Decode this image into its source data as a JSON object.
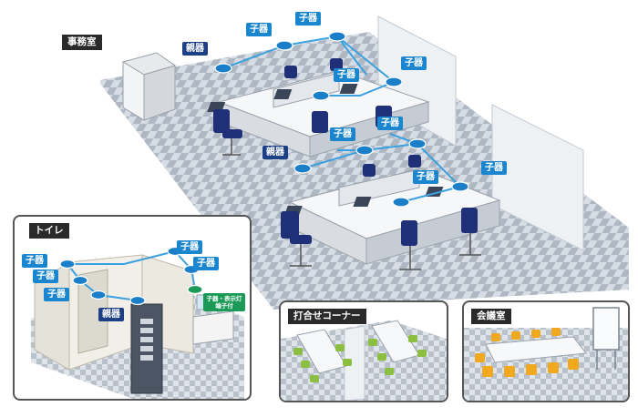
{
  "areas": {
    "office": "事務室",
    "toilet": "トイレ",
    "meeting_corner": "打合せコーナー",
    "conference": "会議室"
  },
  "labels": {
    "parent": "親器",
    "child": "子器",
    "child_with_display": "子器・表示灯端子付"
  },
  "colors": {
    "child_tag": "#1a86cf",
    "parent_tag": "#1d3f86",
    "display_tag": "#1a9a56",
    "network_line": "#3aa0e0",
    "floor_dark": "#aeb7c2",
    "floor_light": "#d7dde4",
    "chair_office": "#1f2f78",
    "chair_meeting": "#8cbf3f",
    "chair_conference": "#f0a81e"
  }
}
